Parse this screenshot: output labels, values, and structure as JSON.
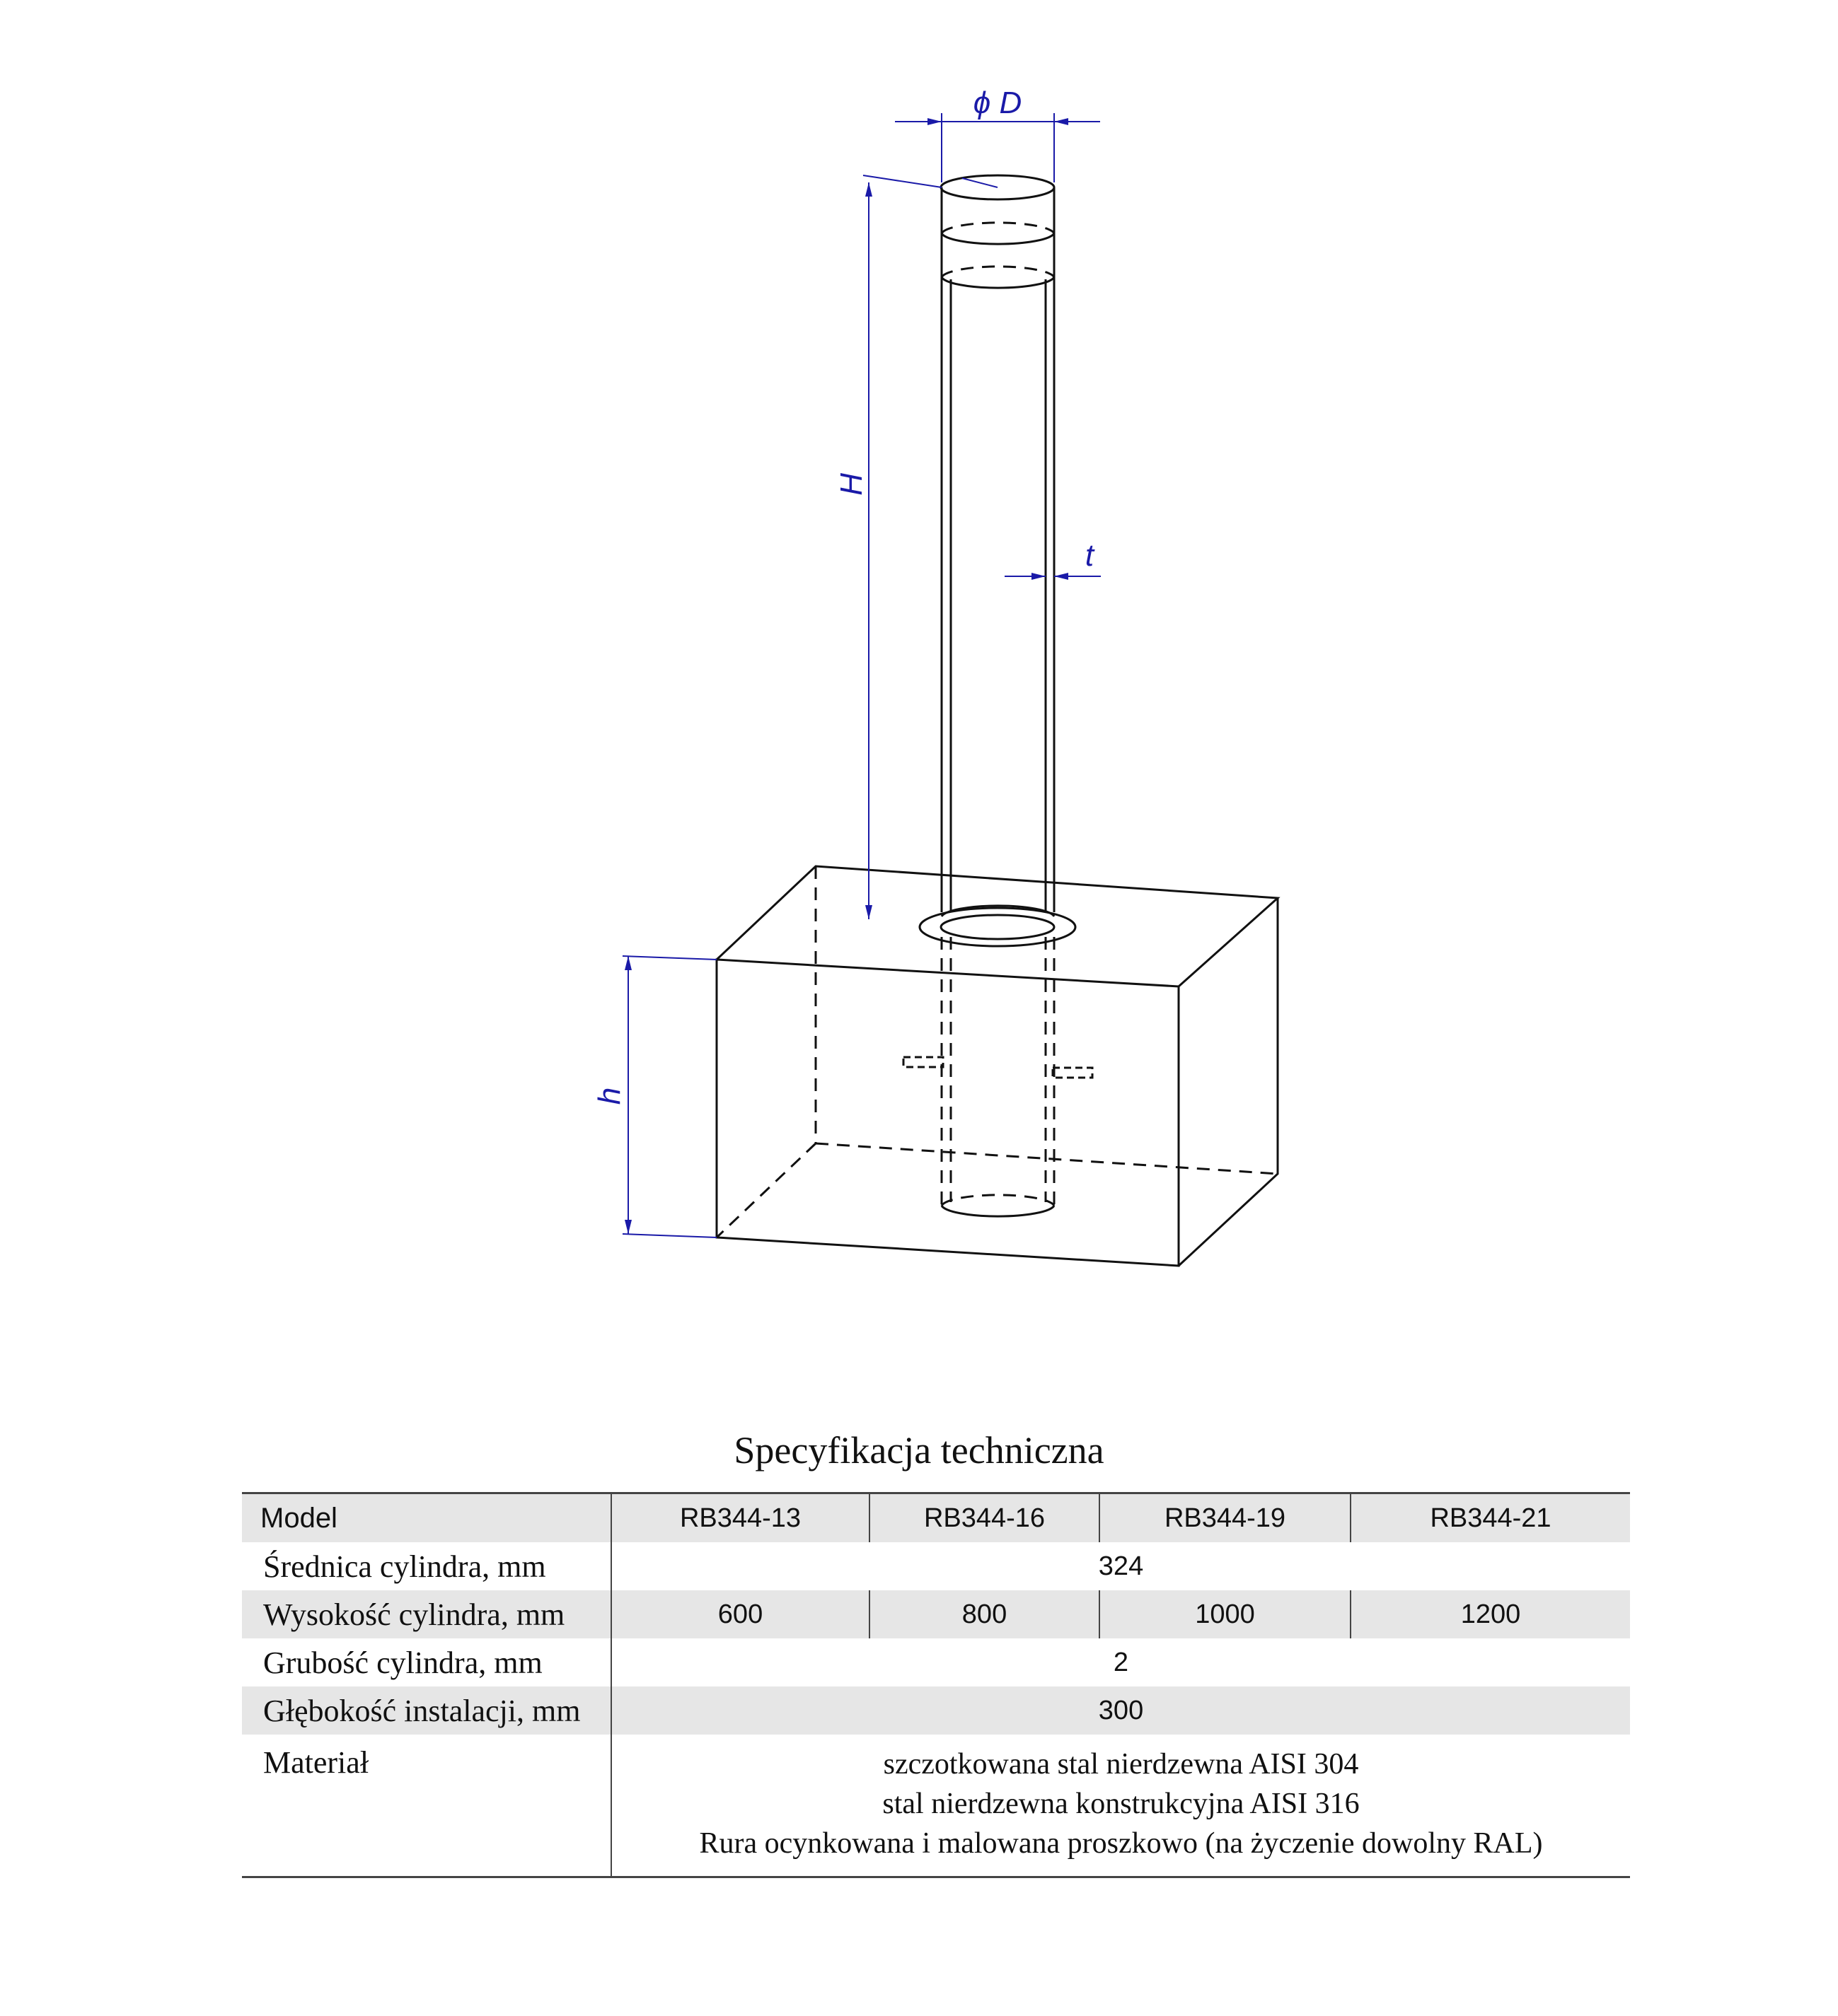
{
  "drawing": {
    "labels": {
      "diameter": "ϕ D",
      "height_H": "H",
      "thickness": "t",
      "depth_h": "h"
    },
    "colors": {
      "line": "#111111",
      "dimension": "#1a1aa8"
    }
  },
  "spec": {
    "title": "Specyfikacja techniczna",
    "header": {
      "label": "Model",
      "models": [
        "RB344-13",
        "RB344-16",
        "RB344-19",
        "RB344-21"
      ]
    },
    "rows": {
      "diameter": {
        "label": "Średnica cylindra, mm",
        "value": "324"
      },
      "height": {
        "label": "Wysokość cylindra, mm",
        "values": [
          "600",
          "800",
          "1000",
          "1200"
        ]
      },
      "thickness": {
        "label": "Grubość cylindra, mm",
        "value": "2"
      },
      "depth": {
        "label": "Głębokość instalacji, mm",
        "value": "300"
      },
      "material": {
        "label": "Materiał",
        "lines": [
          "szczotkowana stal nierdzewna AISI 304",
          "stal nierdzewna konstrukcyjna AISI 316",
          "Rura ocynkowana i malowana proszkowo (na życzenie dowolny RAL)"
        ]
      }
    }
  }
}
